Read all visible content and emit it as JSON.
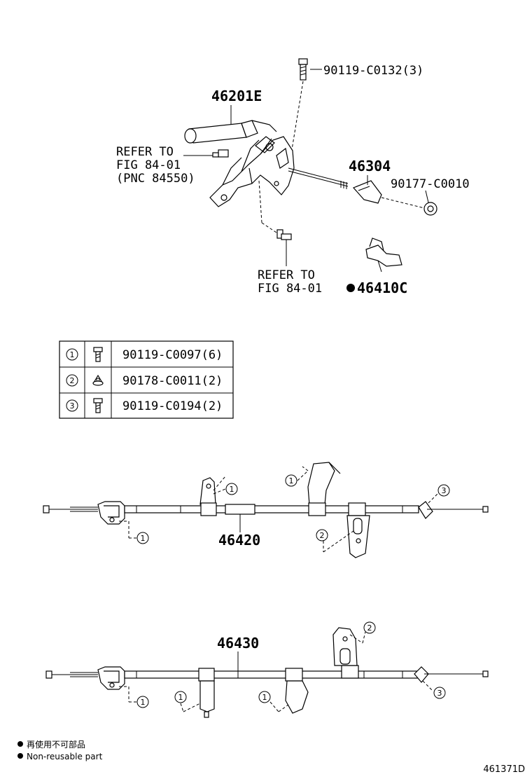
{
  "callouts": {
    "bolt_top": "90119-C0132(3)",
    "lever_assy": "46201E",
    "refer_left_1": "REFER TO",
    "refer_left_2": "FIG 84-01",
    "refer_left_3": "(PNC 84550)",
    "rod": "46304",
    "nut_right": "90177-C0010",
    "refer_bottom_1": "REFER TO",
    "refer_bottom_2": "FIG 84-01",
    "clip": "46410C",
    "cable_front": "46420",
    "cable_rear": "46430"
  },
  "fastener_table": [
    {
      "num": "1",
      "icon": "bolt-icon",
      "part": "90119-C0097(6)"
    },
    {
      "num": "2",
      "icon": "nut-icon",
      "part": "90178-C0011(2)"
    },
    {
      "num": "3",
      "icon": "bolt-icon",
      "part": "90119-C0194(2)"
    }
  ],
  "cable_refs": {
    "c1_a": "1",
    "c1_b": "1",
    "c1_c": "1",
    "c1_d": "2",
    "c1_e": "3",
    "c2_a": "1",
    "c2_b": "1",
    "c2_c": "1",
    "c2_d": "2",
    "c2_e": "3"
  },
  "legend": {
    "line_jp": "再使用不可部品",
    "line_en": "Non-reusable part"
  },
  "figure_code": "461371D"
}
